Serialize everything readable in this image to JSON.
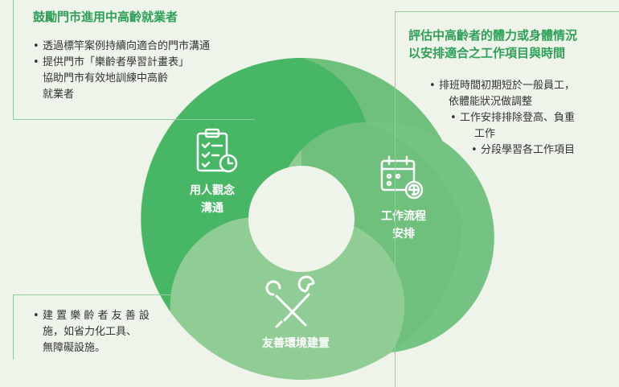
{
  "top_left": {
    "title": "鼓勵門市進用中高齡就業者",
    "bullets": [
      "透過標竿案例持續向適合的門市溝通",
      "提供門市「樂齡者學習計畫表」",
      "協助門市有效地訓練中高齡",
      "就業者"
    ]
  },
  "top_right": {
    "title_line1": "評估中高齡者的體力或身體情況",
    "title_line2": "以安排適合之工作項目與時間",
    "bullets": [
      "排班時間初期短於一般員工，",
      "依體能狀況做調整",
      "工作安排排除登高、負重",
      "工作",
      "分段學習各工作項目"
    ]
  },
  "bottom_left": {
    "bullets": [
      "建 置 樂 齡 者 友 善 設",
      "施，如省力化工具、",
      "無障礙設施。"
    ]
  },
  "segments": {
    "communication": {
      "line1": "用人觀念",
      "line2": "溝通"
    },
    "workflow": {
      "line1": "工作流程",
      "line2": "安排"
    },
    "friendly": {
      "line1": "友善環境建置"
    }
  },
  "icons": {
    "communication": "clipboard-clock-icon",
    "workflow": "calendar-refresh-icon",
    "friendly": "tools-icon"
  },
  "colors": {
    "dark_green": "#47b766",
    "mid_green": "#76c283",
    "light_green": "#94cf98",
    "title_green": "#2f9f57",
    "background": "#eef4ea"
  }
}
